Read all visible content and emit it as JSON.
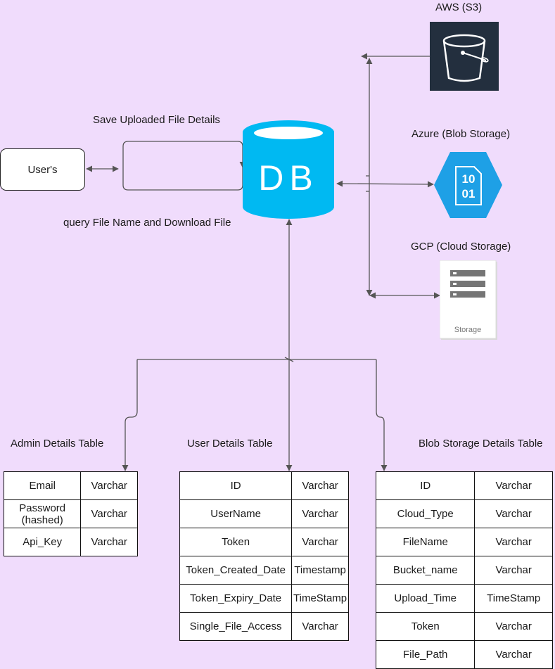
{
  "labels": {
    "aws": "AWS (S3)",
    "azure": "Azure (Blob Storage)",
    "gcp": "GCP (Cloud Storage)",
    "save_flow": "Save Uploaded File Details",
    "query_flow": "query File Name and Download File",
    "users_box": "User's",
    "admin_table_title": "Admin Details Table",
    "user_table_title": "User Details Table",
    "blob_table_title": "Blob Storage Details Table"
  },
  "db_icon": {
    "text": "DB",
    "color": "#00b9f2"
  },
  "aws_icon": {
    "icon": "s3-bucket-icon",
    "background": "#232f3e"
  },
  "azure_icon": {
    "icon": "azure-blob-icon",
    "text_top": "10",
    "text_bottom": "01",
    "color": "#1ea0e6"
  },
  "gcp_icon": {
    "icon": "gcp-storage-icon",
    "caption": "Storage"
  },
  "admin_table": {
    "rows": [
      {
        "field": "Email",
        "type": "Varchar"
      },
      {
        "field": "Password (hashed)",
        "type": "Varchar"
      },
      {
        "field": "Api_Key",
        "type": "Varchar"
      }
    ]
  },
  "user_table": {
    "rows": [
      {
        "field": "ID",
        "type": "Varchar"
      },
      {
        "field": "UserName",
        "type": "Varchar"
      },
      {
        "field": "Token",
        "type": "Varchar"
      },
      {
        "field": "Token_Created_Date",
        "type": "Timestamp"
      },
      {
        "field": "Token_Expiry_Date",
        "type": "TimeStamp"
      },
      {
        "field": "Single_File_Access",
        "type": "Varchar"
      }
    ]
  },
  "blob_table": {
    "rows": [
      {
        "field": "ID",
        "type": "Varchar"
      },
      {
        "field": "Cloud_Type",
        "type": "Varchar"
      },
      {
        "field": "FileName",
        "type": "Varchar"
      },
      {
        "field": "Bucket_name",
        "type": "Varchar"
      },
      {
        "field": "Upload_Time",
        "type": "TimeStamp"
      },
      {
        "field": "Token",
        "type": "Varchar"
      },
      {
        "field": "File_Path",
        "type": "Varchar"
      }
    ]
  }
}
